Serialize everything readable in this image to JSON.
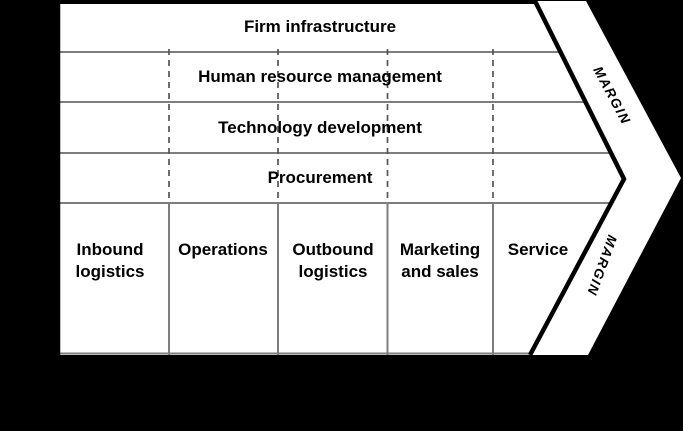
{
  "colors": {
    "background": "#000000",
    "surface": "#ffffff",
    "grid_line": "#7d7d7d",
    "dashed_line": "#555555",
    "border": "#000000",
    "text": "#000000"
  },
  "support_activities": [
    {
      "label": "Firm infrastructure"
    },
    {
      "label": "Human resource management"
    },
    {
      "label": "Technology development"
    },
    {
      "label": "Procurement"
    }
  ],
  "primary_activities": [
    {
      "label": "Inbound logistics"
    },
    {
      "label": "Operations"
    },
    {
      "label": "Outbound logistics"
    },
    {
      "label": "Marketing and sales"
    },
    {
      "label": "Service"
    }
  ],
  "margin_labels": {
    "upper": "MARGIN",
    "lower": "MARGIN"
  }
}
